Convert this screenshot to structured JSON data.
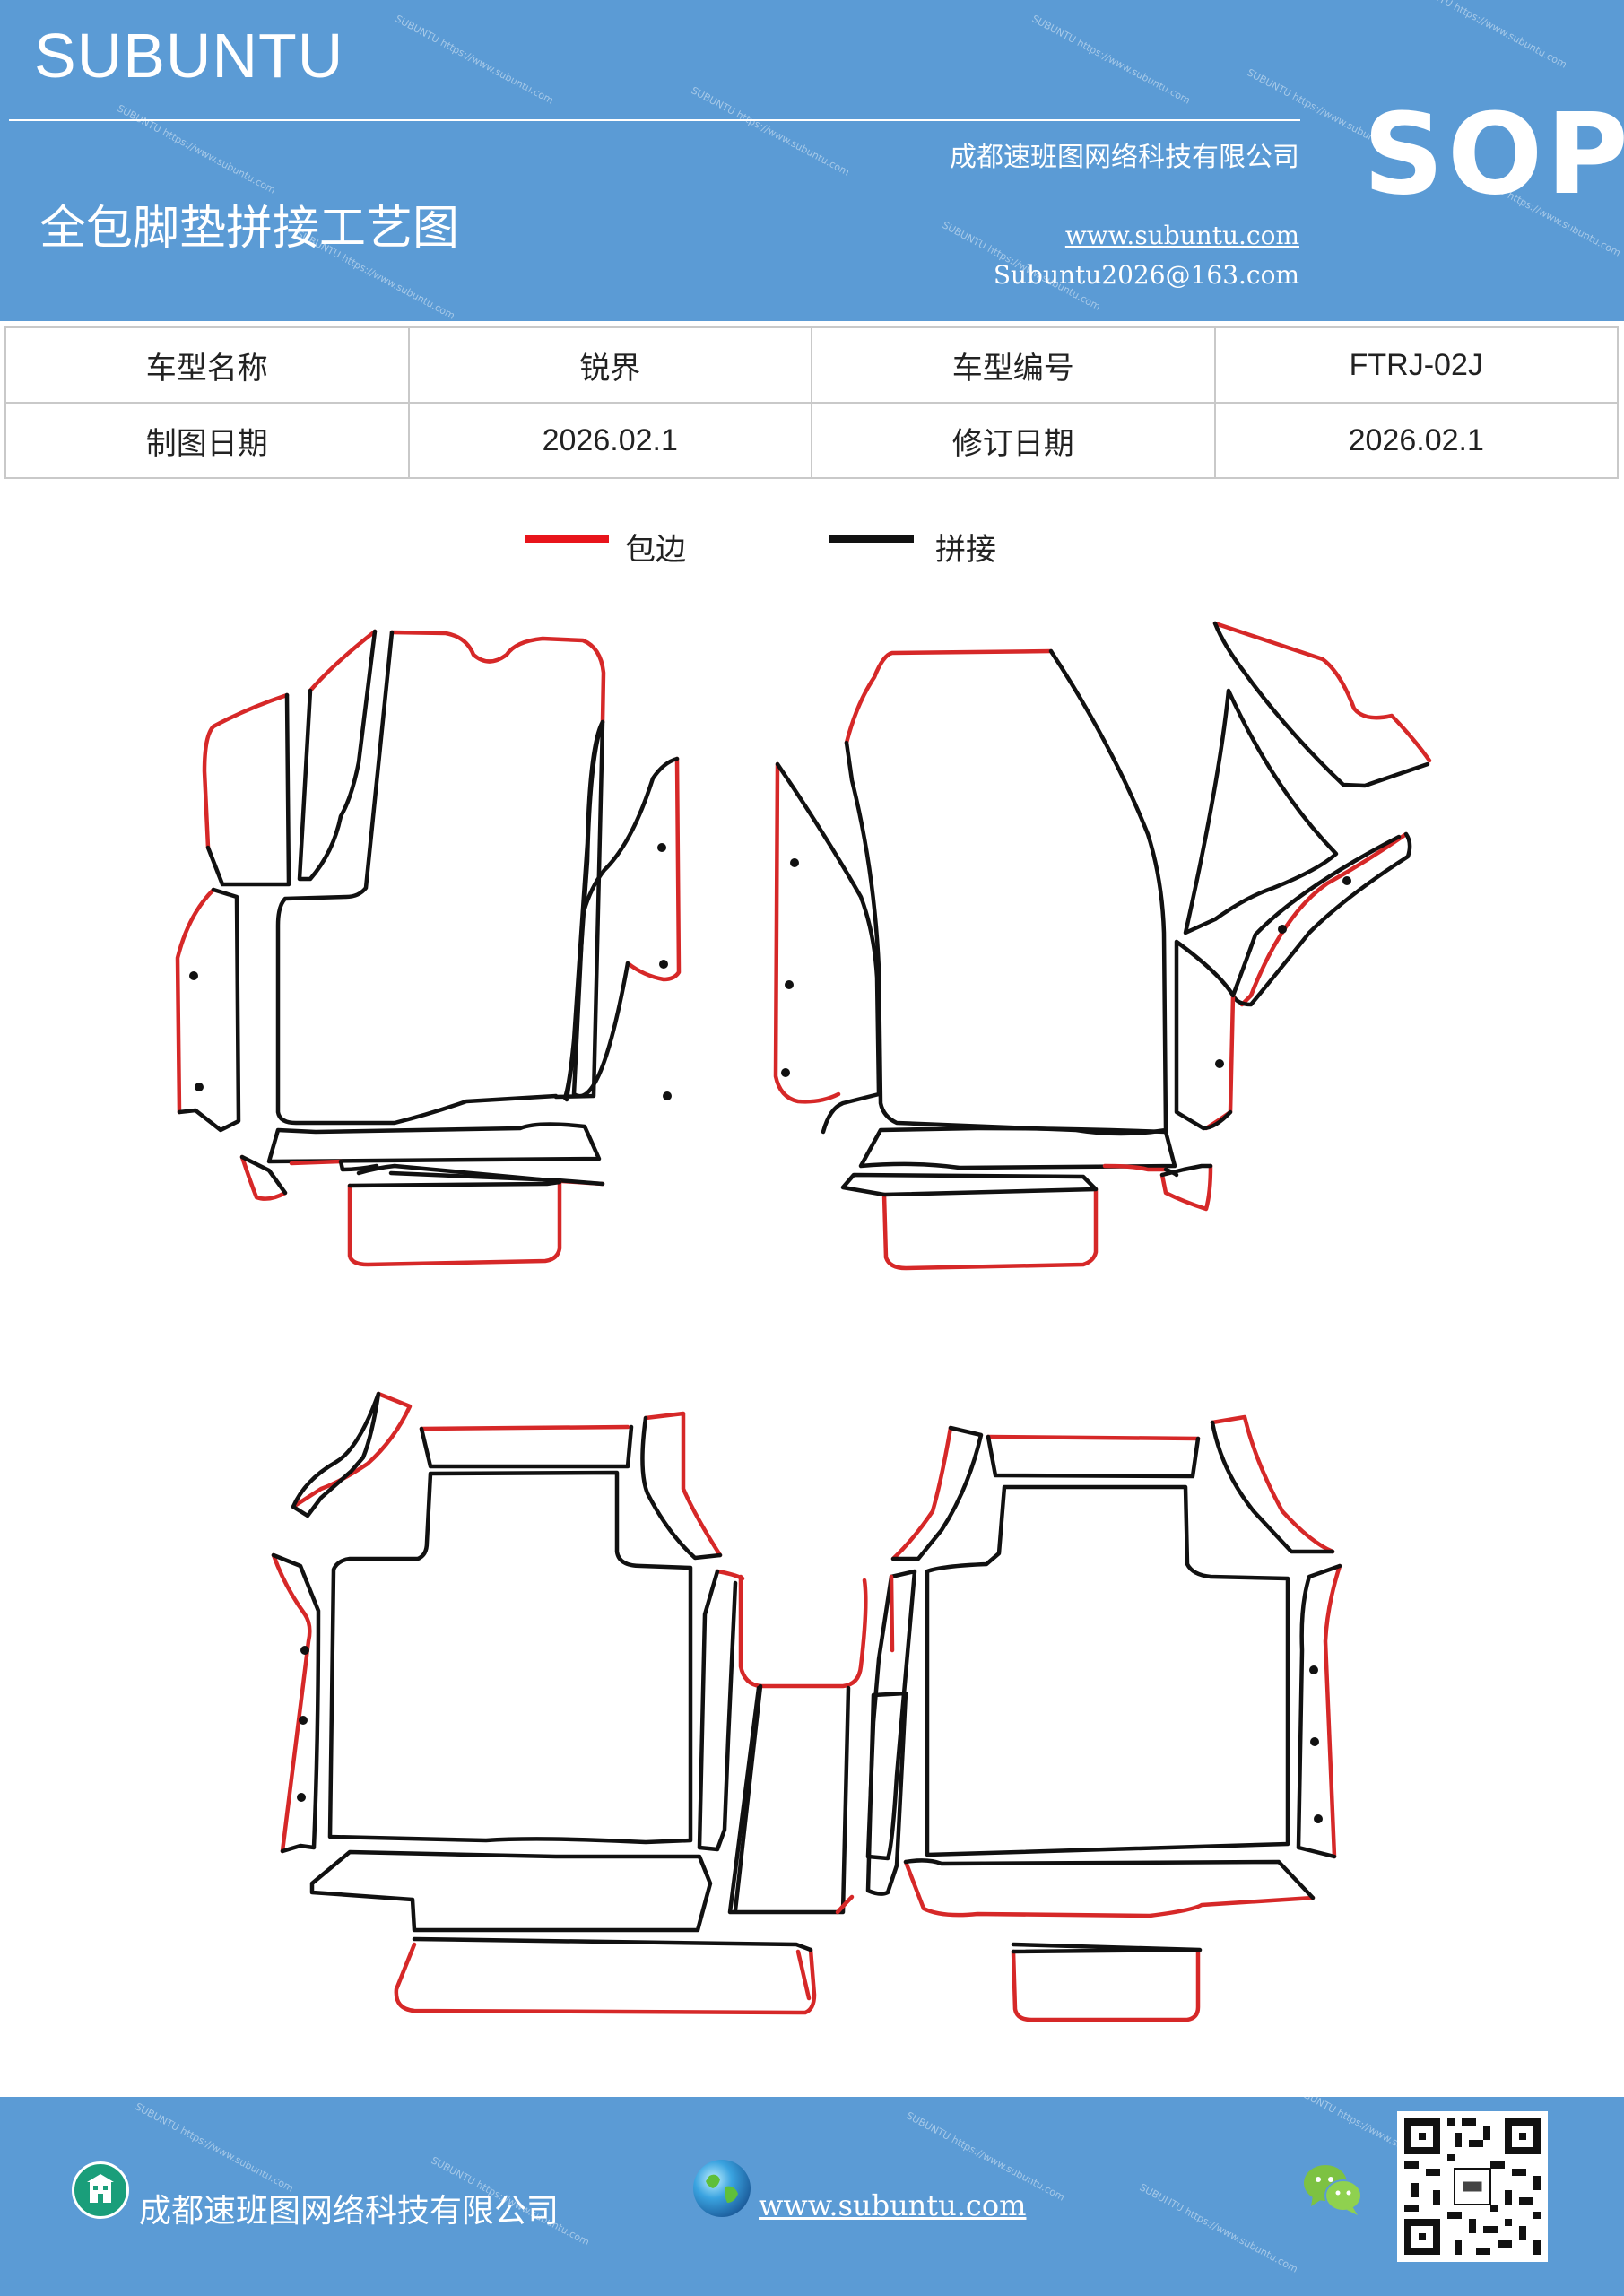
{
  "header": {
    "brand": "SUBUNTU",
    "company": "成都速班图网络科技有限公司",
    "title": "全包脚垫拼接工艺图",
    "website": "www.subuntu.com",
    "email": "Subuntu2026@163.com",
    "badge": "SOP",
    "watermark": "SUBUNTU https://www.subuntu.com"
  },
  "info_table": {
    "model_name_label": "车型名称",
    "model_name_value": "锐界",
    "model_code_label": "车型编号",
    "model_code_value": "FTRJ-02J",
    "draw_date_label": "制图日期",
    "draw_date_value": "2026.02.1",
    "revise_date_label": "修订日期",
    "revise_date_value": "2026.02.1"
  },
  "legend": {
    "edge_label": "包边",
    "edge_color": "#e8141b",
    "seam_label": "拼接",
    "seam_color": "#111111"
  },
  "footer": {
    "company": "成都速班图网络科技有限公司",
    "website": "www.subuntu.com",
    "building_icon": "building-icon",
    "globe_icon": "globe-icon",
    "wechat_icon": "wechat-icon",
    "qr_icon": "qr-code-icon"
  }
}
